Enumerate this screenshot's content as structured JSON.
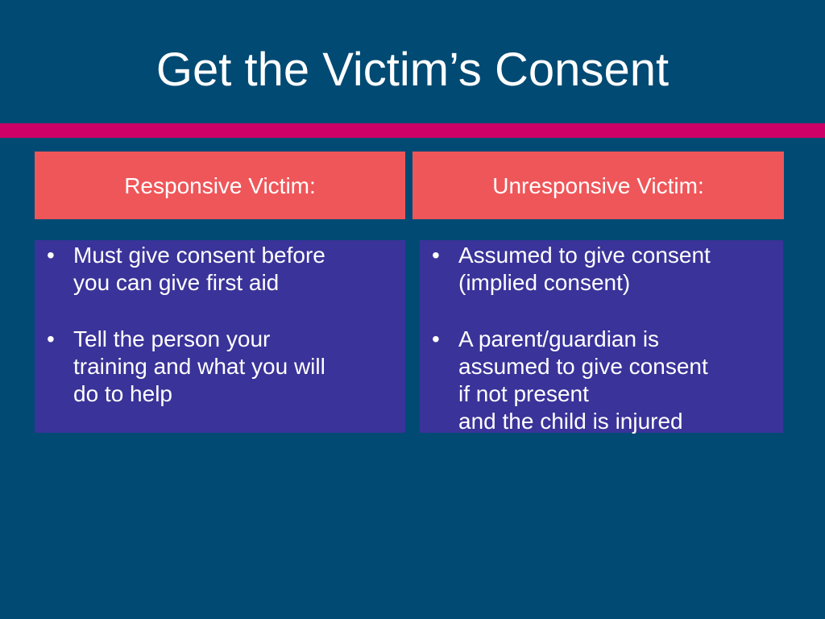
{
  "slide": {
    "title": "Get the Victim’s Consent"
  },
  "colors": {
    "background": "#004a73",
    "accent_bar": "#cc0066",
    "header_fill": "#ef5659",
    "body_fill": "#3a3399",
    "text": "#ffffff"
  },
  "columns": [
    {
      "header": "Responsive Victim:",
      "bullets": [
        {
          "lines": [
            "Must give consent before",
            "you can give first aid"
          ]
        },
        {
          "lines": [
            "Tell the person your",
            "training and what you will",
            "do to help"
          ]
        }
      ]
    },
    {
      "header": "Unresponsive Victim:",
      "bullets": [
        {
          "lines": [
            "Assumed to give consent",
            "(implied consent)"
          ]
        },
        {
          "lines": [
            "A parent/guardian is",
            "assumed to give consent",
            "if not present",
            "and the child is injured"
          ]
        }
      ]
    }
  ],
  "bullet_symbol": "•"
}
